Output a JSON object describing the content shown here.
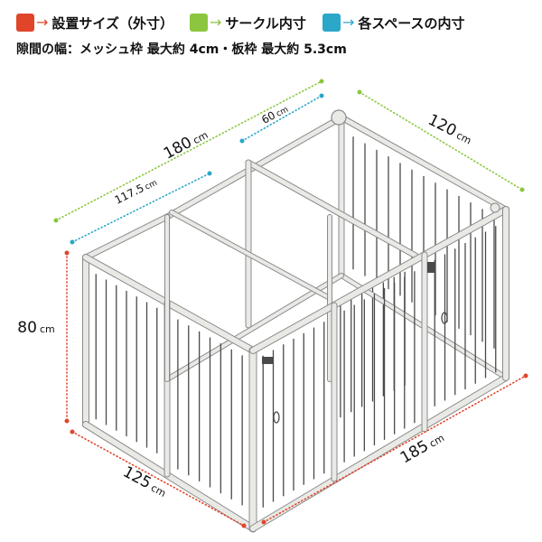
{
  "legend": [
    {
      "label": "設置サイズ（外寸）",
      "color": "#e0452a"
    },
    {
      "label": "サークル内寸",
      "color": "#8cc63e"
    },
    {
      "label": "各スペースの内寸",
      "color": "#2aa7c9"
    }
  ],
  "gap_note": "隙間の幅：メッシュ枠 最大約 4cm・板枠 最大約 5.3cm",
  "dimensions": {
    "width_inner": {
      "value": "180",
      "unit": "cm"
    },
    "space_width": {
      "value": "60",
      "unit": "cm"
    },
    "space_depth": {
      "value": "117.5",
      "unit": "cm"
    },
    "depth_inner": {
      "value": "120",
      "unit": "cm"
    },
    "height": {
      "value": "80",
      "unit": "cm"
    },
    "depth_outer": {
      "value": "125",
      "unit": "cm"
    },
    "width_outer": {
      "value": "185",
      "unit": "cm"
    }
  },
  "colors": {
    "frame": "#e9e9e6",
    "frame_edge": "#8c8c8c",
    "bars": "#4a4a4a"
  }
}
